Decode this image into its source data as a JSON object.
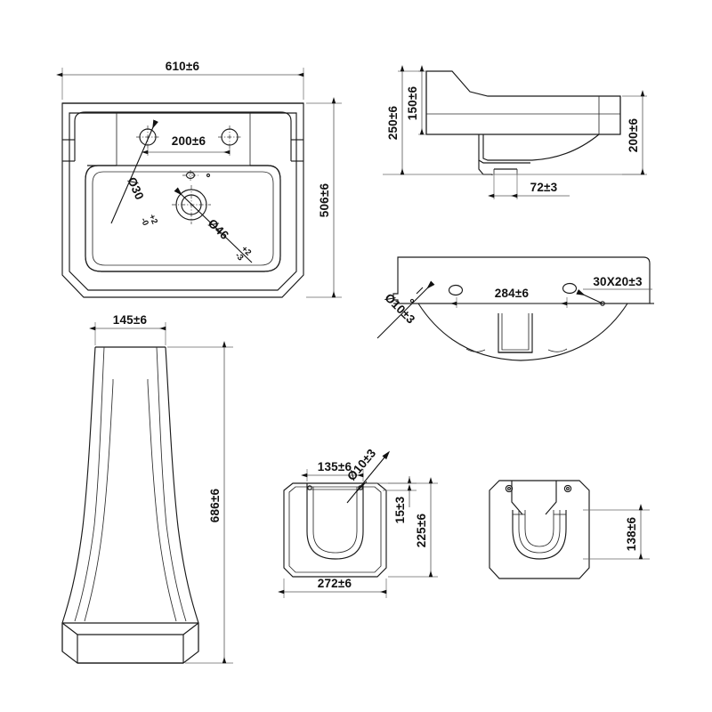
{
  "document": {
    "type": "engineering-drawing",
    "subject": "Pedestal wash basin",
    "units": "mm",
    "background_color": "#ffffff",
    "line_color": "#1a1a1a",
    "dimension_line_color": "#555555"
  },
  "views": {
    "basin_plan": {
      "name": "Basin plan view (top)",
      "dimensions": {
        "width": "610±6",
        "depth": "506±6",
        "tap_hole_spacing": "200±6",
        "tap_hole_dia": "Ø30",
        "tap_hole_tol_upper": "+2",
        "tap_hole_tol_lower": "-0",
        "waste_hole_dia": "Ø46",
        "waste_hole_tol_upper": "+2",
        "waste_hole_tol_lower": "-3"
      }
    },
    "basin_side": {
      "name": "Basin side section view",
      "dimensions": {
        "overall_height": "250±6",
        "back_height": "150±6",
        "front_height": "200±6",
        "outlet_width": "72±3"
      }
    },
    "basin_front": {
      "name": "Basin front elevation",
      "dimensions": {
        "fixing_centres": "284±6",
        "fixing_hole_dia": "Ø10±3",
        "slot_size": "30X20±3"
      }
    },
    "pedestal_front": {
      "name": "Pedestal front elevation",
      "dimensions": {
        "top_width": "145±6",
        "height": "686±6"
      }
    },
    "pedestal_plan": {
      "name": "Pedestal plan / section",
      "dimensions": {
        "inner_width": "135±6",
        "fixing_hole_dia": "Ø10±3",
        "edge_offset": "15±3",
        "depth": "225±6",
        "base_width": "272±6"
      }
    },
    "pedestal_section": {
      "name": "Pedestal rear section",
      "dimensions": {
        "recess_depth": "138±6"
      }
    }
  },
  "labels": [
    {
      "id": "dim-610",
      "text": "610±6"
    },
    {
      "id": "dim-506",
      "text": "506±6"
    },
    {
      "id": "dim-200",
      "text": "200±6"
    },
    {
      "id": "dia-30",
      "text": "Ø30"
    },
    {
      "id": "dia-30-tol-up",
      "text": "+2"
    },
    {
      "id": "dia-30-tol-low",
      "text": "-0"
    },
    {
      "id": "dia-46",
      "text": "Ø46"
    },
    {
      "id": "dia-46-tol-up",
      "text": "+2"
    },
    {
      "id": "dia-46-tol-low",
      "text": "-3"
    },
    {
      "id": "dim-250",
      "text": "250±6"
    },
    {
      "id": "dim-150",
      "text": "150±6"
    },
    {
      "id": "dim-200h",
      "text": "200±6"
    },
    {
      "id": "dim-72",
      "text": "72±3"
    },
    {
      "id": "dim-284",
      "text": "284±6"
    },
    {
      "id": "dia-10-front",
      "text": "Ø10±3"
    },
    {
      "id": "slot-30x20",
      "text": "30X20±3"
    },
    {
      "id": "dim-145",
      "text": "145±6"
    },
    {
      "id": "dim-686",
      "text": "686±6"
    },
    {
      "id": "dim-135",
      "text": "135±6"
    },
    {
      "id": "dia-10-ped",
      "text": "Ø10±3"
    },
    {
      "id": "dim-15",
      "text": "15±3"
    },
    {
      "id": "dim-225",
      "text": "225±6"
    },
    {
      "id": "dim-272",
      "text": "272±6"
    },
    {
      "id": "dim-138",
      "text": "138±6"
    }
  ]
}
